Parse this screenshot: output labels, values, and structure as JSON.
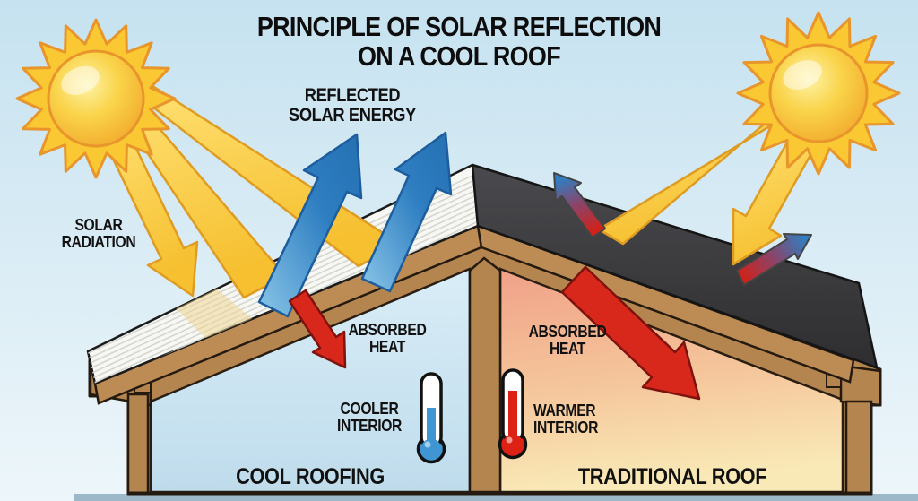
{
  "diagram": {
    "type": "educational-diagram",
    "subject": "solar reflection on cool roof vs traditional roof"
  },
  "title": {
    "line1": "PRINCIPLE OF SOLAR REFLECTION",
    "line2": "ON A COOL ROOF"
  },
  "labels": {
    "reflected": {
      "line1": "REFLECTED",
      "line2": "SOLAR ENERGY"
    },
    "solar_radiation": {
      "line1": "SOLAR",
      "line2": "RADIATION"
    },
    "absorbed_left": {
      "line1": "ABSORBED",
      "line2": "HEAT"
    },
    "absorbed_right": {
      "line1": "ABSORBED",
      "line2": "HEAT"
    },
    "cooler_interior": {
      "line1": "COOLER",
      "line2": "INTERIOR"
    },
    "warmer_interior": {
      "line1": "WARMER",
      "line2": "INTERIOR"
    },
    "cool_roofing": "COOL ROOFING",
    "traditional_roof": "TRADITIONAL ROOF"
  },
  "icons": [
    "left-sun-icon",
    "right-sun-icon",
    "solar-radiation-beams",
    "reflected-solar-arrows",
    "absorbed-heat-arrow-left",
    "absorbed-heat-arrow-right",
    "partial-reflection-arrows",
    "thermometer-cool-icon",
    "thermometer-warm-icon"
  ],
  "colors": {
    "sky_top": "#c6e2f0",
    "sky_bottom": "#edf6fa",
    "sun_fill": "#f9c832",
    "sun_edge": "#e8952b",
    "beam_fill": "#fbd34a",
    "beam_outline": "#df9c22",
    "reflected_arrow": "#3b8ccb",
    "reflected_outline": "#1d5d9e",
    "heat_arrow": "#d8281c",
    "heat_outline": "#7e120c",
    "cool_roof": "#f7f7f4",
    "dark_roof": "#3c3c3f",
    "wood": "#b5854f",
    "wood_outline": "#241a10",
    "cool_interior": "#cfe6f3",
    "warm_interior_top": "#f0a188",
    "warm_interior_bottom": "#f9e9b6",
    "thermo_cool_fluid": "#3f96d2",
    "thermo_warm_fluid": "#dd2114",
    "text": "#111111"
  }
}
